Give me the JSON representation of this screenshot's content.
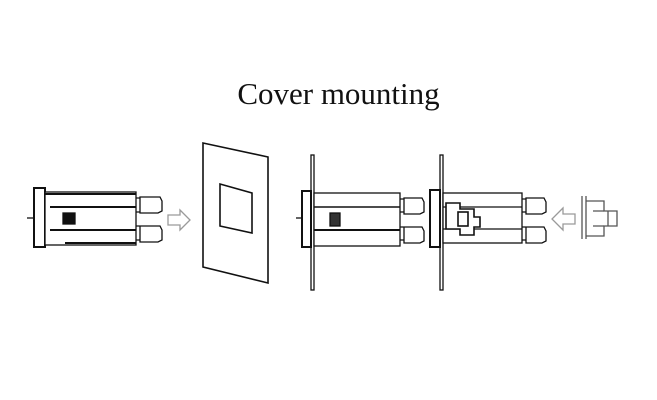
{
  "title": "Cover mounting",
  "steps": [
    {
      "name": "meter"
    },
    {
      "name": "panel-with-cutout"
    },
    {
      "name": "meter-inserted-in-panel"
    },
    {
      "name": "meter-with-mounting-clip"
    },
    {
      "name": "mounting-clip"
    }
  ],
  "colors": {
    "line": "#111111",
    "arrow": "#9a9a9a"
  }
}
